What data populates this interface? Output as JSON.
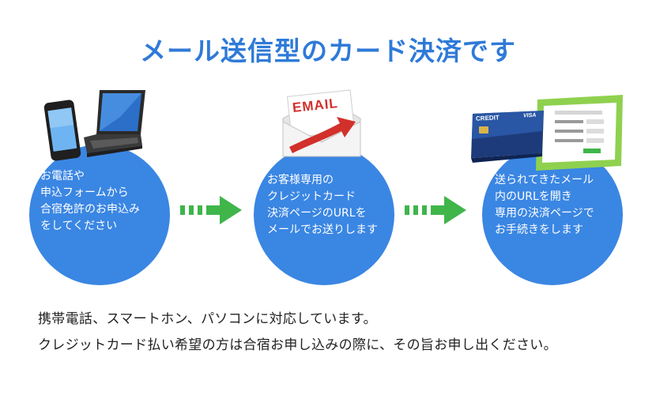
{
  "title": "メール送信型のカード決済です",
  "steps": [
    {
      "lines": [
        "お電話や",
        "申込フォームから",
        "合宿免許のお申込み",
        "をしてください"
      ]
    },
    {
      "lines": [
        "お客様専用の",
        "クレジットカード",
        "決済ページのURLを",
        "メールでお送りします"
      ]
    },
    {
      "lines": [
        "送られてきたメール",
        "内のURLを開き",
        "専用の決済ページで",
        "お手続きをします"
      ]
    }
  ],
  "email_label": "EMAIL",
  "card_brand": "CREDIT",
  "card_network": "VISA",
  "footer": {
    "line1": "携帯電話、スマートホン、パソコンに対応しています。",
    "line2": "クレジットカード払い希望の方は合宿お申し込みの際に、その旨お申し出ください。"
  },
  "colors": {
    "title": "#2f7ad8",
    "circle": "#3a86e3",
    "arrow": "#3fb54a"
  }
}
